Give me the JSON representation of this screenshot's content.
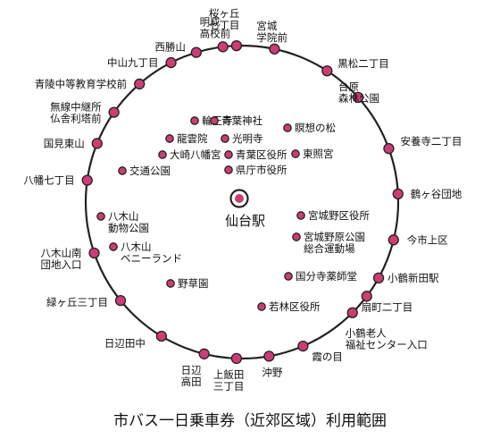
{
  "title": "市バス一日乗車券（近郊区域）利用範囲",
  "center": {
    "name": "仙台駅"
  },
  "colors": {
    "stop_fill": "#cc3d74",
    "stop_stroke": "#222222",
    "ring": "#222222",
    "center_fill": "#cc3d74"
  },
  "ring_stops": [
    {
      "label": "桜ヶ丘\n七丁目"
    },
    {
      "label": "宮城\n学院前"
    },
    {
      "label": "黒松二丁目"
    },
    {
      "label": "台原\n森林公園"
    },
    {
      "label": "安養寺二丁目"
    },
    {
      "label": "鶴ヶ谷団地"
    },
    {
      "label": "今市上区"
    },
    {
      "label": "小鶴新田駅"
    },
    {
      "label": "扇町二丁目"
    },
    {
      "label": "小鶴老人\n福祉センター入口"
    },
    {
      "label": "霞の目"
    },
    {
      "label": "沖野"
    },
    {
      "label": "上飯田\n三丁目"
    },
    {
      "label": "日辺\n高田"
    },
    {
      "label": "日辺田中"
    },
    {
      "label": "緑ヶ丘三丁目"
    },
    {
      "label": "八木山南\n団地入口"
    },
    {
      "label": "八幡七丁目"
    },
    {
      "label": "国見東山"
    },
    {
      "label": "無線中継所\n仏舎利塔前"
    },
    {
      "label": "青陵中等教育学校前"
    },
    {
      "label": "中山九丁目"
    },
    {
      "label": "西勝山"
    },
    {
      "label": "明成\n高校前"
    }
  ],
  "inner_stops": [
    {
      "label": "輪王寺"
    },
    {
      "label": "青葉神社"
    },
    {
      "label": "瞑想の松"
    },
    {
      "label": "龍雲院"
    },
    {
      "label": "光明寺"
    },
    {
      "label": "大崎八幡宮"
    },
    {
      "label": "青葉区役所"
    },
    {
      "label": "東照宮"
    },
    {
      "label": "交通公園"
    },
    {
      "label": "県庁市役所"
    },
    {
      "label": "八木山\n動物公園"
    },
    {
      "label": "宮城野区役所"
    },
    {
      "label": "八木山\nベニーランド"
    },
    {
      "label": "宮城野原公園\n総合運動場"
    },
    {
      "label": "国分寺薬師堂"
    },
    {
      "label": "野草園"
    },
    {
      "label": "若林区役所"
    }
  ]
}
